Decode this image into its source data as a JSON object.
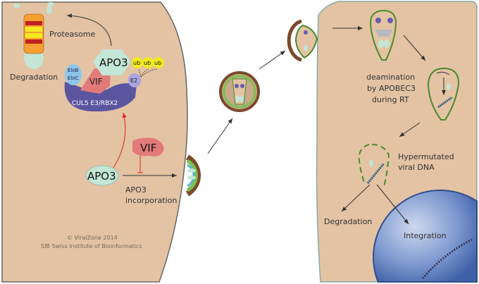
{
  "labels": {
    "proteasome": "Proteasome",
    "degradation_top": "Degradation",
    "apo3_complex": "APO3",
    "vif_complex": "VIF",
    "elob": "EloB",
    "eloc": "EloC",
    "cul5": "CUL5 E3/RBX2",
    "e2": "E2",
    "ub": [
      "ub",
      "ub",
      "ub"
    ],
    "vif_free": "VIF",
    "apo3_free": "APO3",
    "incorporation_line1": "APO3",
    "incorporation_line2": "incorporation",
    "deamination_line1": "deamination",
    "deamination_line2": "by APOBEC3",
    "deamination_line3": "during RT",
    "hypermutated_line1": "Hypermutated",
    "hypermutated_line2": "viral DNA",
    "degradation_bottom": "Degradation",
    "integration": "Integration"
  },
  "credits": {
    "line1": "© ViralZone 2014",
    "line2": "SIB Swiss Institute of Bioinformatics"
  },
  "colors": {
    "cell": "#e3c3a3",
    "apo3": "#c3e6d6",
    "vif": "#e37a7a",
    "cul5": "#5b55a0",
    "elo": "#8ec6ea",
    "ub": "#f2ea20",
    "e2": "#a9a3e0",
    "capsid_green": "#4a8a2a",
    "nucleus": "#4f74b6",
    "inhibition": "#e02020"
  }
}
